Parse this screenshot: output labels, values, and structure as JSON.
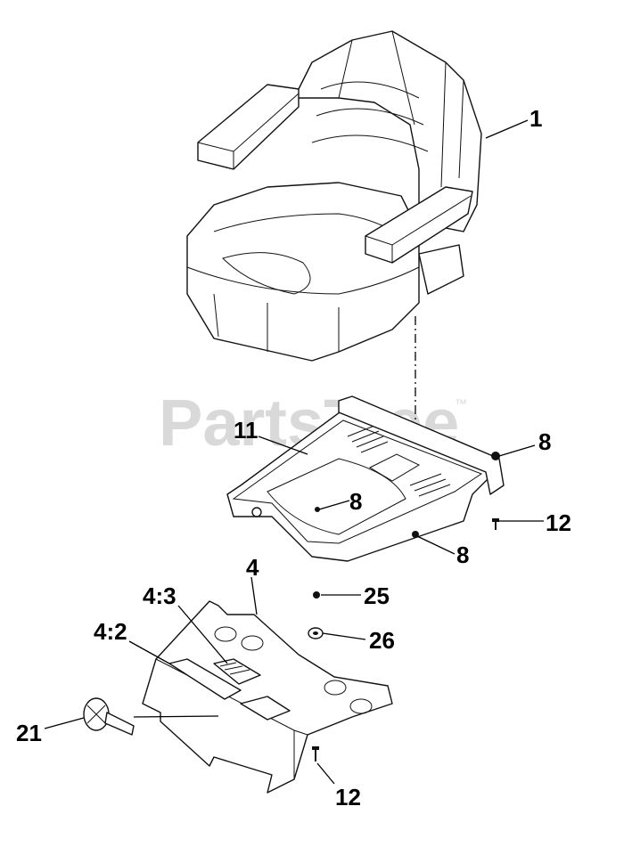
{
  "watermark": {
    "text": "PartsTree",
    "tm": "™"
  },
  "callouts": {
    "c1": "1",
    "c11": "11",
    "c8a": "8",
    "c8b": "8",
    "c8c": "8",
    "c12a": "12",
    "c4": "4",
    "c43": "4:3",
    "c42": "4:2",
    "c25": "25",
    "c26": "26",
    "c21": "21",
    "c12b": "12"
  },
  "colors": {
    "line": "#111111",
    "watermark": "#d9d9d9",
    "background": "#ffffff"
  }
}
